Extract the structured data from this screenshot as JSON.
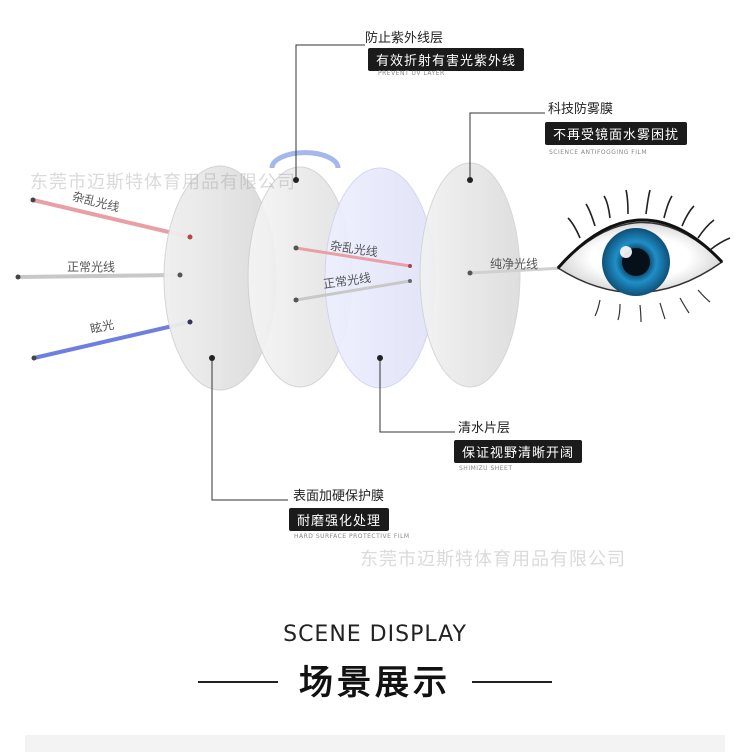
{
  "layers": {
    "uv": {
      "title": "防止紫外线层",
      "desc": "有效折射有害光紫外线",
      "en": "PREVENT UV LAYER"
    },
    "antifog": {
      "title": "科技防雾膜",
      "desc": "不再受镜面水雾困扰",
      "en": "SCIENCE ANTIFOGGING FILM"
    },
    "clear": {
      "title": "清水片层",
      "desc": "保证视野清晰开阔",
      "en": "SHIMIZU SHEET"
    },
    "hard": {
      "title": "表面加硬保护膜",
      "desc": "耐磨强化处理",
      "en": "HARD SURFACE PROTECTIVE FILM"
    }
  },
  "rays": {
    "stray": "杂乱光线",
    "normal": "正常光线",
    "glare": "眩光",
    "stray_inner": "杂乱光线",
    "normal_inner": "正常光线",
    "pure": "纯净光线"
  },
  "watermark": "东莞市迈斯特体育用品有限公司",
  "scene": {
    "en": "SCENE DISPLAY",
    "cn": "场景展示"
  },
  "colors": {
    "stray": "#e8a0a6",
    "glare": "#6f7fe0",
    "normal": "#c8c8c8",
    "pill": "#1b1b1b",
    "iris": "#1f8fc8"
  }
}
